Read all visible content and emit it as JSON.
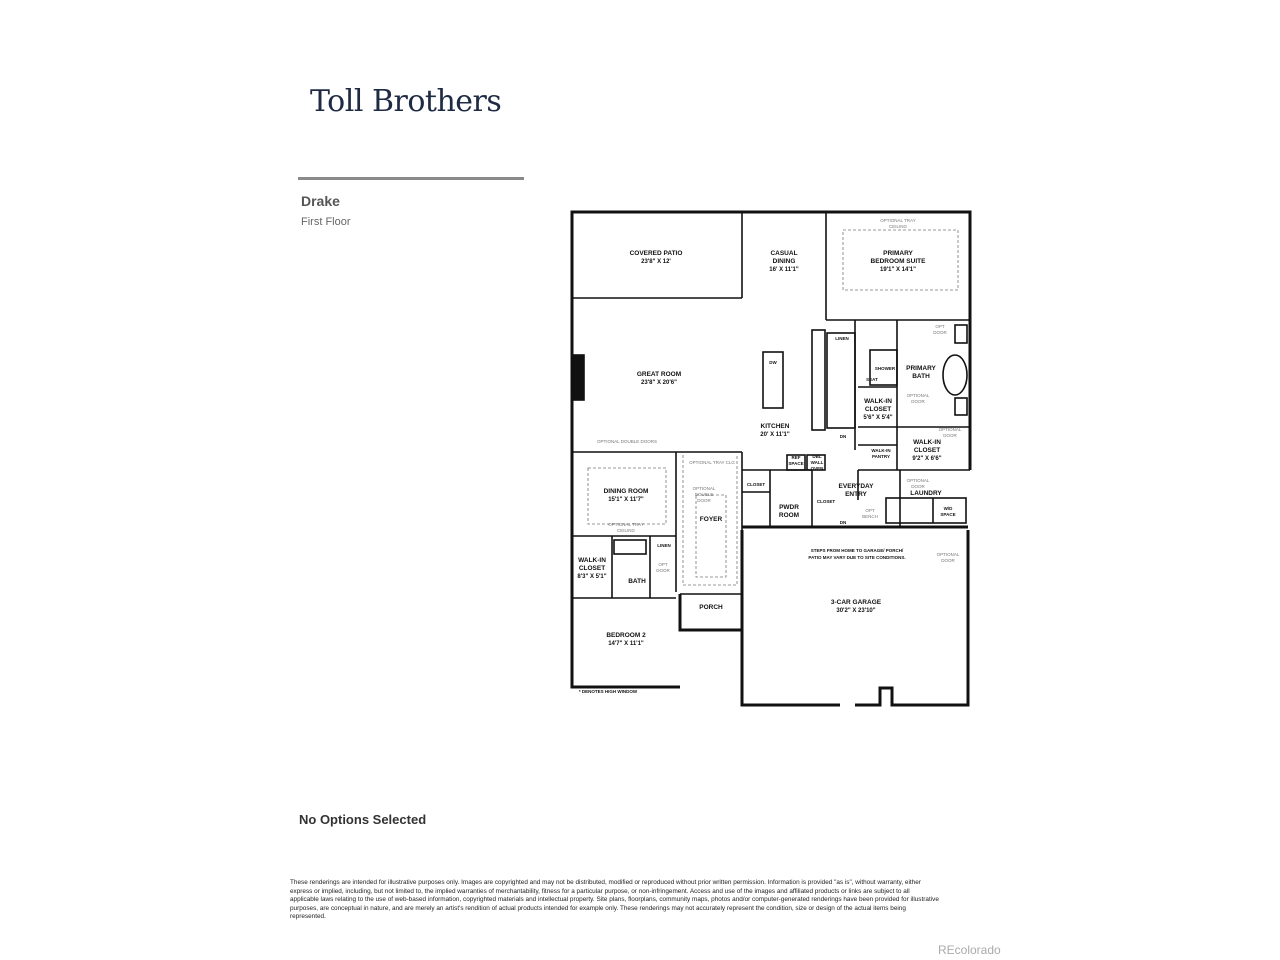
{
  "brand": {
    "logo_text": "Toll Brothers"
  },
  "plan": {
    "model_name": "Drake",
    "floor_name": "First Floor"
  },
  "options_text": "No Options Selected",
  "disclaimer": "These renderings are intended for illustrative purposes only. Images are copyrighted and may not be distributed, modified or reproduced without prior written permission. Information is provided \"as is\", without warranty, either express or implied, including, but not limited to, the implied warranties of merchantability, fitness for a particular purpose, or non-infringement. Access and use of the images and affiliated products or links are subject to all applicable laws relating to the use of web-based information, copyrighted materials and intellectual property. Site plans, floorplans, community maps, photos and/or computer-generated renderings have been provided for illustrative purposes, are conceptual in nature, and are merely an artist's rendition of actual products intended for example only. These renderings may not accurately represent the condition, size or design of the actual items being represented.",
  "watermark": "REcolorado",
  "rooms": {
    "covered_patio": {
      "name": "COVERED PATIO",
      "dims": "23'8\" X 12'"
    },
    "casual_dining": {
      "name1": "CASUAL",
      "name2": "DINING",
      "dims": "16' X 11'1\""
    },
    "primary_bedroom": {
      "name1": "PRIMARY",
      "name2": "BEDROOM SUITE",
      "dims": "19'1\" X 14'1\""
    },
    "great_room": {
      "name": "GREAT ROOM",
      "dims": "23'8\" X 20'6\""
    },
    "kitchen": {
      "name": "KITCHEN",
      "dims": "20' X 11'1\""
    },
    "primary_bath": {
      "name1": "PRIMARY",
      "name2": "BATH"
    },
    "walk_in_closet_primary": {
      "name1": "WALK-IN",
      "name2": "CLOSET",
      "dims": "5'6\" X 5'4\""
    },
    "walk_in_closet_2": {
      "name1": "WALK-IN",
      "name2": "CLOSET",
      "dims": "9'2\" X 6'6\""
    },
    "dining_room": {
      "name": "DINING ROOM",
      "dims": "15'1\" X 11'7\""
    },
    "foyer": {
      "name": "FOYER"
    },
    "pwdr_room": {
      "name1": "PWDR",
      "name2": "ROOM"
    },
    "everyday_entry": {
      "name1": "EVERYDAY",
      "name2": "ENTRY"
    },
    "laundry": {
      "name": "LAUNDRY"
    },
    "walk_in_closet_bed2": {
      "name1": "WALK-IN",
      "name2": "CLOSET",
      "dims": "8'3\" X 5'1\""
    },
    "bath": {
      "name": "BATH"
    },
    "porch": {
      "name": "PORCH"
    },
    "garage": {
      "name": "3-CAR GARAGE",
      "dims": "30'2\" X 23'10\""
    },
    "bedroom_2": {
      "name": "BEDROOM 2",
      "dims": "14'7\" X 11'1\""
    }
  },
  "labels": {
    "linen": "LINEN",
    "linen_2": "LINEN",
    "shower": "SHOWER",
    "seat": "SEAT",
    "dw": "DW",
    "dn": "DN",
    "dn_2": "DN",
    "walk_in_pantry1": "WALK-IN",
    "walk_in_pantry2": "PANTRY",
    "closet": "CLOSET",
    "closet_2": "CLOSET",
    "ref_space1": "REF",
    "ref_space2": "SPACE",
    "dbl_wall_oven1": "DBL",
    "dbl_wall_oven2": "WALL",
    "dbl_wall_oven3": "OVEN",
    "wd_space1": "W/D",
    "wd_space2": "SPACE",
    "opt_bench1": "OPT",
    "opt_bench2": "BENCH",
    "opt_door_a1": "OPT",
    "opt_door_a2": "DOOR",
    "opt_door_b1": "OPT",
    "opt_door_b2": "DOOR",
    "optional_door_a1": "OPTIONAL",
    "optional_door_a2": "DOOR",
    "optional_door_b1": "OPTIONAL",
    "optional_door_b2": "DOOR",
    "optional_door_c1": "OPTIONAL",
    "optional_door_c2": "DOOR",
    "optional_door_d1": "OPTIONAL",
    "optional_door_d2": "DOOR",
    "optional_double_door1": "OPTIONAL",
    "optional_double_door2": "DOUBLE",
    "optional_double_door3": "DOOR",
    "optional_tray_ceiling_a1": "OPTIONAL TRAY",
    "optional_tray_ceiling_a2": "CEILING",
    "optional_tray_ceiling_b": "OPTIONAL TRAY CLG",
    "optional_tray_ceiling_c1": "OPTIONAL TRAY",
    "optional_tray_ceiling_c2": "CEILING",
    "optional_double_doors": "OPTIONAL DOUBLE DOORS",
    "steps_note1": "STEPS FROM HOME TO GARAGE/ PORCH/",
    "steps_note2": "PATIO MAY VARY DUE TO SITE CONDITIONS.",
    "high_window_note": "* DENOTES HIGH WINDOW"
  }
}
